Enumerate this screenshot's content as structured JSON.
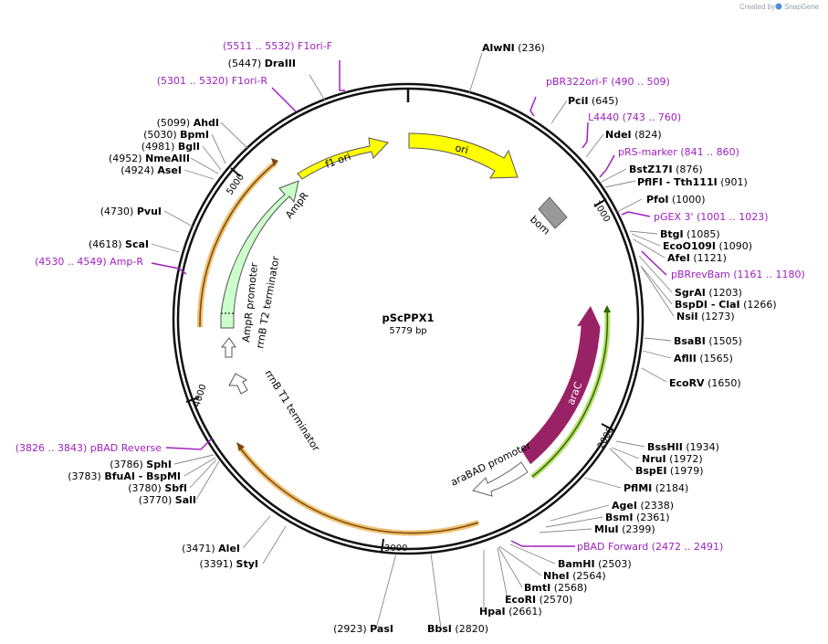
{
  "credit": {
    "prefix": "Created by",
    "brand": "SnapGene"
  },
  "plasmid": {
    "name": "pScPPX1",
    "size": "5779 bp",
    "length": 5779
  },
  "ticks": [
    "1000",
    "2000",
    "3000",
    "4000",
    "5000"
  ],
  "features": {
    "f1_ori": "f1 ori",
    "ori": "ori",
    "bom": "bom",
    "ampr": "AmpR",
    "ampr_promoter": "AmpR promoter",
    "rrnb_t2": "rrnB T2 terminator",
    "rrnb_t1": "rrnB T1 terminator",
    "arac": "araC",
    "arabad_promoter": "araBAD promoter"
  },
  "colors": {
    "f1_ori": "#ffff00",
    "ori": "#ffff00",
    "ampr": "#ccffcc",
    "arac": "#992266",
    "bom": "#999999",
    "primer": "#a020c0",
    "primer_glow": "#f0b040",
    "arac_glow": "#99cc33"
  },
  "labels": [
    {
      "key": "AlwNI",
      "name": "AlwNI",
      "pos": "(236)",
      "names_first": true
    },
    {
      "key": "PciI",
      "name": "PciI",
      "pos": "(645)",
      "names_first": true
    },
    {
      "key": "NdeI",
      "name": "NdeI",
      "pos": "(824)",
      "names_first": true
    },
    {
      "key": "BstZ17I",
      "name": "BstZ17I",
      "pos": "(876)",
      "names_first": true
    },
    {
      "key": "PflFI",
      "name": "PflFI - Tth111I",
      "pos": "(901)",
      "names_first": true
    },
    {
      "key": "PfoI",
      "name": "PfoI",
      "pos": "(1000)",
      "names_first": true
    },
    {
      "key": "BtgI",
      "name": "BtgI",
      "pos": "(1085)",
      "names_first": true
    },
    {
      "key": "EcoO109I",
      "name": "EcoO109I",
      "pos": "(1090)",
      "names_first": true
    },
    {
      "key": "AfeI",
      "name": "AfeI",
      "pos": "(1121)",
      "names_first": true
    },
    {
      "key": "SgrAI",
      "name": "SgrAI",
      "pos": "(1203)",
      "names_first": true
    },
    {
      "key": "BspDI",
      "name": "BspDI - ClaI",
      "pos": "(1266)",
      "names_first": true
    },
    {
      "key": "NsiI",
      "name": "NsiI",
      "pos": "(1273)",
      "names_first": true
    },
    {
      "key": "BsaBI",
      "name": "BsaBI",
      "pos": "(1505)",
      "names_first": true
    },
    {
      "key": "AflII",
      "name": "AflII",
      "pos": "(1565)",
      "names_first": true
    },
    {
      "key": "EcoRV",
      "name": "EcoRV",
      "pos": "(1650)",
      "names_first": true
    },
    {
      "key": "BssHII",
      "name": "BssHII",
      "pos": "(1934)",
      "names_first": true
    },
    {
      "key": "NruI",
      "name": "NruI",
      "pos": "(1972)",
      "names_first": true
    },
    {
      "key": "BspEI",
      "name": "BspEI",
      "pos": "(1979)",
      "names_first": true
    },
    {
      "key": "PflMI",
      "name": "PflMI",
      "pos": "(2184)",
      "names_first": true
    },
    {
      "key": "AgeI",
      "name": "AgeI",
      "pos": "(2338)",
      "names_first": true
    },
    {
      "key": "BsmI",
      "name": "BsmI",
      "pos": "(2361)",
      "names_first": true
    },
    {
      "key": "MluI",
      "name": "MluI",
      "pos": "(2399)",
      "names_first": true
    },
    {
      "key": "BamHI",
      "name": "BamHI",
      "pos": "(2503)",
      "names_first": true
    },
    {
      "key": "NheI",
      "name": "NheI",
      "pos": "(2564)",
      "names_first": true
    },
    {
      "key": "BmtI",
      "name": "BmtI",
      "pos": "(2568)",
      "names_first": true
    },
    {
      "key": "EcoRI",
      "name": "EcoRI",
      "pos": "(2570)",
      "names_first": true
    },
    {
      "key": "HpaI",
      "name": "HpaI",
      "pos": "(2661)",
      "names_first": true
    },
    {
      "key": "BbsI",
      "name": "BbsI",
      "pos": "(2820)",
      "names_first": true
    },
    {
      "key": "PasI",
      "name": "PasI",
      "pos": "(2923)",
      "names_first": false
    },
    {
      "key": "StyI",
      "name": "StyI",
      "pos": "(3391)",
      "names_first": false
    },
    {
      "key": "AleI",
      "name": "AleI",
      "pos": "(3471)",
      "names_first": false
    },
    {
      "key": "SalI",
      "name": "SalI",
      "pos": "(3770)",
      "names_first": false
    },
    {
      "key": "SbfI",
      "name": "SbfI",
      "pos": "(3780)",
      "names_first": false
    },
    {
      "key": "BfuAI",
      "name": "BfuAI - BspMI",
      "pos": "(3783)",
      "names_first": false
    },
    {
      "key": "SphI",
      "name": "SphI",
      "pos": "(3786)",
      "names_first": false
    },
    {
      "key": "ScaI",
      "name": "ScaI",
      "pos": "(4618)",
      "names_first": false
    },
    {
      "key": "PvuI",
      "name": "PvuI",
      "pos": "(4730)",
      "names_first": false
    },
    {
      "key": "AseI",
      "name": "AseI",
      "pos": "(4924)",
      "names_first": false
    },
    {
      "key": "NmeAIII",
      "name": "NmeAIII",
      "pos": "(4952)",
      "names_first": false
    },
    {
      "key": "BglI",
      "name": "BglI",
      "pos": "(4981)",
      "names_first": false
    },
    {
      "key": "BpmI",
      "name": "BpmI",
      "pos": "(5030)",
      "names_first": false
    },
    {
      "key": "AhdI",
      "name": "AhdI",
      "pos": "(5099)",
      "names_first": false
    },
    {
      "key": "DraIII",
      "name": "DraIII",
      "pos": "(5447)",
      "names_first": false
    }
  ],
  "primers": [
    {
      "key": "F1ori-F",
      "range": "(5511 .. 5532)",
      "name": "F1ori-F",
      "range_first": true
    },
    {
      "key": "F1ori-R",
      "range": "(5301 .. 5320)",
      "name": "F1ori-R",
      "range_first": true
    },
    {
      "key": "pBR322ori-F",
      "range": "(490 .. 509)",
      "name": "pBR322ori-F",
      "range_first": false
    },
    {
      "key": "L4440",
      "range": "(743 .. 760)",
      "name": "L4440",
      "range_first": false
    },
    {
      "key": "pRS-marker",
      "range": "(841 .. 860)",
      "name": "pRS-marker",
      "range_first": false
    },
    {
      "key": "pGEX3",
      "range": "(1001 .. 1023)",
      "name": "pGEX 3'",
      "range_first": false
    },
    {
      "key": "pBRrevBam",
      "range": "(1161 .. 1180)",
      "name": "pBRrevBam",
      "range_first": false
    },
    {
      "key": "pBADForward",
      "range": "(2472 .. 2491)",
      "name": "pBAD Forward",
      "range_first": false
    },
    {
      "key": "pBADReverse",
      "range": "(3826 .. 3843)",
      "name": "pBAD Reverse",
      "range_first": true
    },
    {
      "key": "Amp-R",
      "range": "(4530 .. 4549)",
      "name": "Amp-R",
      "range_first": true
    }
  ]
}
